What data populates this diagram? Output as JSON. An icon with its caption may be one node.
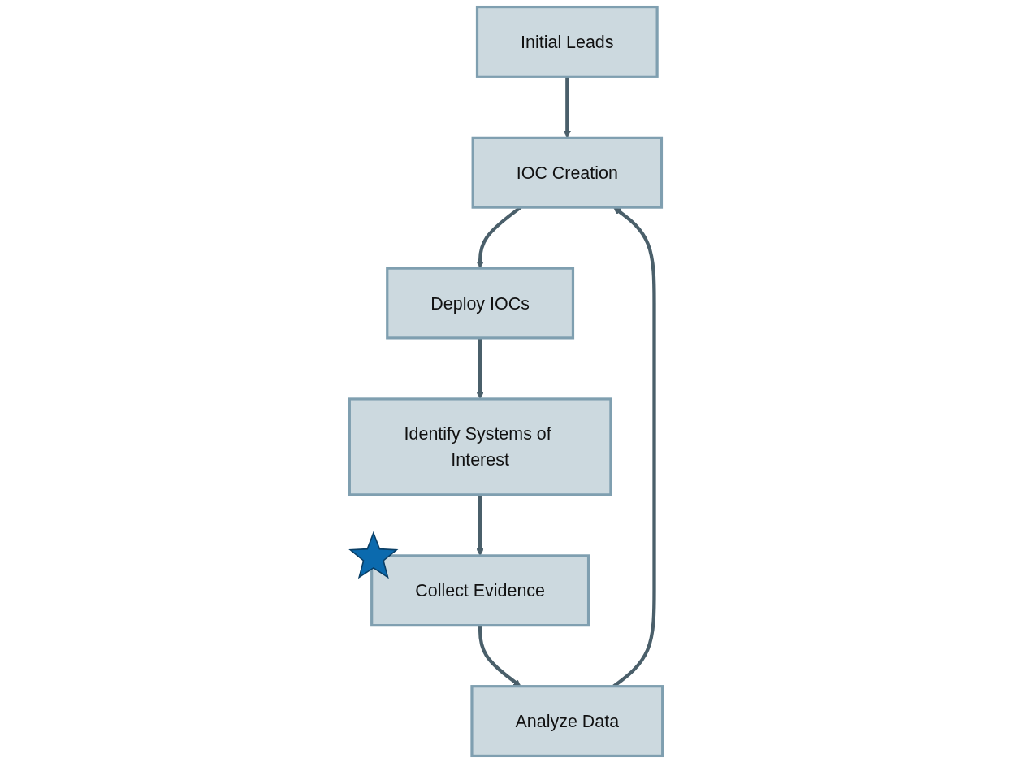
{
  "diagram": {
    "nodes": [
      {
        "text": [
          "Initial Leads"
        ]
      },
      {
        "text": [
          "IOC Creation"
        ]
      },
      {
        "text": [
          "Analyze Data"
        ]
      },
      {
        "text": [
          "Deploy IOCs"
        ]
      },
      {
        "text": [
          "Collect Evidence"
        ]
      },
      {
        "text": [
          "Identify Systems of Interest"
        ]
      }
    ],
    "edges": [
      {
        "from": 0,
        "to": 1,
        "arrow": "to"
      },
      {
        "from": 1,
        "to": 3,
        "arrow": "to"
      },
      {
        "from": 3,
        "to": 5,
        "arrow": "to"
      },
      {
        "from": 5,
        "to": 4,
        "arrow": "to"
      },
      {
        "from": 4,
        "to": 2,
        "arrow": "to"
      },
      {
        "from": 2,
        "to": 1,
        "arrow": "to"
      }
    ]
  }
}
